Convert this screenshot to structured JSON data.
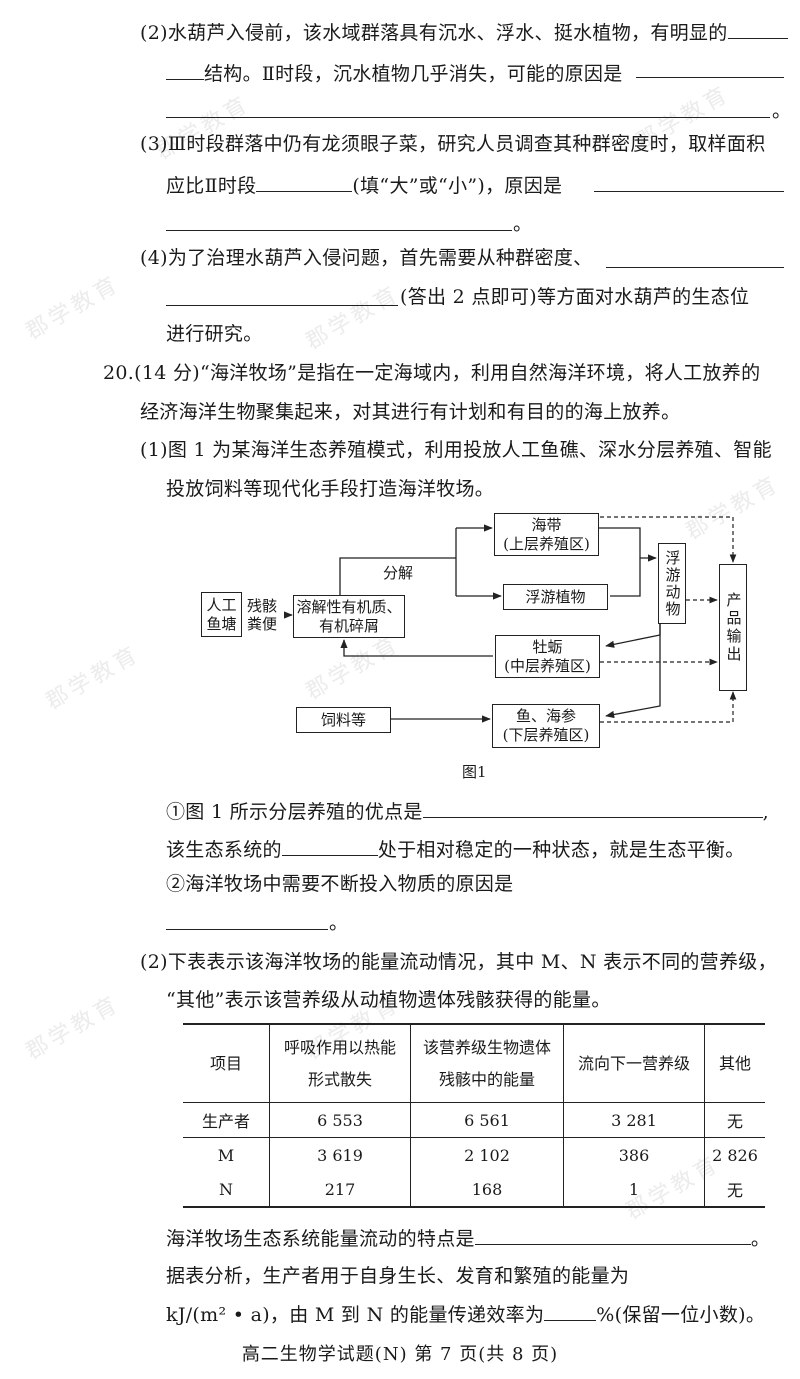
{
  "watermark": "郡学教育",
  "q19": {
    "p2_l1": "(2)水葫芦入侵前，该水域群落具有沉水、浮水、挺水植物，有明显的",
    "p2_l2": "结构。Ⅱ时段，沉水植物几乎消失，可能的原因是",
    "p2_l3_end": "。",
    "p3_l1": "(3)Ⅲ时段群落中仍有龙须眼子菜，研究人员调查其种群密度时，取样面积",
    "p3_l2a": "应比Ⅱ时段",
    "p3_l2b": "(填“大”或“小”)，原因是",
    "p3_l3_end": "。",
    "p4_l1": "(4)为了治理水葫芦入侵问题，首先需要从种群密度、",
    "p4_l2": "(答出 2 点即可)等方面对水葫芦的生态位",
    "p4_l3": "进行研究。"
  },
  "q20": {
    "intro_l1": "20.(14 分)“海洋牧场”是指在一定海域内，利用自然海洋环境，将人工放养的",
    "intro_l2": "经济海洋生物聚集起来，对其进行有计划和有目的的海上放养。",
    "p1_l1": "(1)图 1 为某海洋生态养殖模式，利用投放人工鱼礁、深水分层养殖、智能",
    "p1_l2": "投放饲料等现代化手段打造海洋牧场。",
    "figure": {
      "caption": "图1",
      "pond": [
        "人工",
        "鱼塘"
      ],
      "waste": [
        "残骸",
        "粪便"
      ],
      "organic": [
        "溶解性有机质、",
        "有机碎屑"
      ],
      "decompose": "分解",
      "kelp": [
        "海带",
        "(上层养殖区)"
      ],
      "phyto": "浮游植物",
      "zoo": "浮游动物",
      "oyster": [
        "牡蛎",
        "(中层养殖区)"
      ],
      "fish": [
        "鱼、海参",
        "(下层养殖区)"
      ],
      "feed": "饲料等",
      "output": "产品输出"
    },
    "s1_l1": "①图 1 所示分层养殖的优点是",
    "s1_l2a": "该生态系统的",
    "s1_l2b": "处于相对稳定的一种状态，就是生态平衡。",
    "s2_l1": "②海洋牧场中需要不断投入物质的原因是",
    "s2_l2_end": "。",
    "p2_l1": "(2)下表表示该海洋牧场的能量流动情况，其中 M、N 表示不同的营养级，",
    "p2_l2": "“其他”表示该营养级从动植物遗体残骸获得的能量。",
    "table": {
      "headers": [
        [
          "项目"
        ],
        [
          "呼吸作用以热能",
          "形式散失"
        ],
        [
          "该营养级生物遗体",
          "残骸中的能量"
        ],
        [
          "流向下一营养级"
        ],
        [
          "其他"
        ]
      ],
      "rows": [
        [
          "生产者",
          "6 553",
          "6 561",
          "3 281",
          "无"
        ],
        [
          "M",
          "3 619",
          "2 102",
          "386",
          "2 826"
        ],
        [
          "N",
          "217",
          "168",
          "1",
          "无"
        ]
      ]
    },
    "q_flow": "海洋牧场生态系统能量流动的特点是",
    "q_flow_end": "。",
    "q_prod": "据表分析，生产者用于自身生长、发育和繁殖的能量为",
    "q_eff_a": "kJ/(m² • a)，由 M 到 N 的能量传递效率为",
    "q_eff_b": "%(保留一位小数)。"
  },
  "footer": "高二生物学试题(N)   第 7 页(共 8 页)"
}
